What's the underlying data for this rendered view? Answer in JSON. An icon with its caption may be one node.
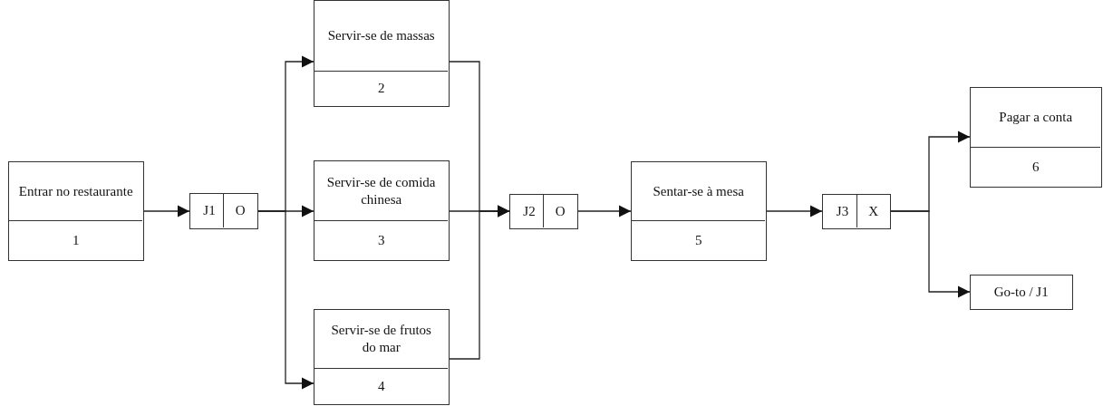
{
  "diagram": {
    "nodes": [
      {
        "text": [
          "Entrar no restaurante",
          "1"
        ]
      },
      {
        "text": [
          "J1",
          "O"
        ]
      },
      {
        "text": [
          "Servir-se de massas",
          "2"
        ]
      },
      {
        "text": [
          "Servir-se de comida chinesa",
          "3"
        ]
      },
      {
        "text": [
          "Servir-se de frutos do mar",
          "4"
        ]
      },
      {
        "text": [
          "J2",
          "O"
        ]
      },
      {
        "text": [
          "Sentar-se à mesa",
          "5"
        ]
      },
      {
        "text": [
          "J3",
          "X"
        ]
      },
      {
        "text": [
          "Pagar a conta",
          "6"
        ]
      },
      {
        "text": [
          "Go-to / J1"
        ]
      }
    ],
    "edges": [
      {
        "from": 0,
        "to": 1,
        "arrow": "to"
      },
      {
        "from": 1,
        "to": 2,
        "arrow": "to"
      },
      {
        "from": 1,
        "to": 3,
        "arrow": "to"
      },
      {
        "from": 1,
        "to": 4,
        "arrow": "to"
      },
      {
        "from": 2,
        "to": 5,
        "arrow": "to"
      },
      {
        "from": 3,
        "to": 5,
        "arrow": "to"
      },
      {
        "from": 4,
        "to": 5,
        "arrow": "to"
      },
      {
        "from": 5,
        "to": 6,
        "arrow": "to"
      },
      {
        "from": 6,
        "to": 7,
        "arrow": "to"
      },
      {
        "from": 7,
        "to": 8,
        "arrow": "to"
      },
      {
        "from": 7,
        "to": 9,
        "arrow": "to"
      }
    ]
  }
}
